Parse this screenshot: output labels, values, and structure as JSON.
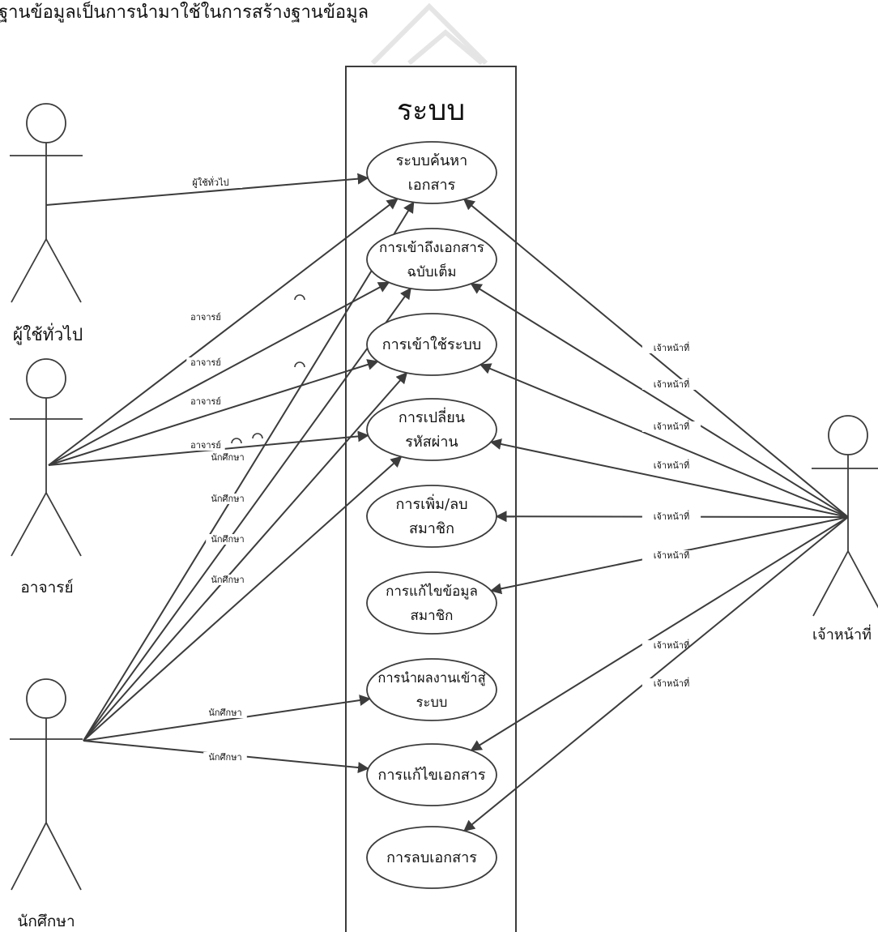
{
  "page_heading": "ฐานข้อมูลเป็นการนำมาใช้ในการสร้างฐานข้อมูล",
  "system": {
    "title": "ระบบ"
  },
  "actors": {
    "general": "ผู้ใช้ทั่วไป",
    "teacher": "อาจารย์",
    "student": "นักศึกษา",
    "staff": "เจ้าหน้าที่"
  },
  "use_cases": [
    {
      "id": "search",
      "lines": [
        "ระบบค้นหา",
        "เอกสาร"
      ]
    },
    {
      "id": "full-access",
      "lines": [
        "การเข้าถึงเอกสาร",
        "ฉบับเต็ม"
      ]
    },
    {
      "id": "login",
      "lines": [
        "การเข้าใช้ระบบ"
      ]
    },
    {
      "id": "change-password",
      "lines": [
        "การเปลี่ยน",
        "รหัสผ่าน"
      ]
    },
    {
      "id": "add-remove-member",
      "lines": [
        "การเพิ่ม/ลบ",
        "สมาชิก"
      ]
    },
    {
      "id": "edit-member",
      "lines": [
        "การแก้ไขข้อมูล",
        "สมาชิก"
      ]
    },
    {
      "id": "submit-work",
      "lines": [
        "การนำผลงานเข้าสู่",
        "ระบบ"
      ]
    },
    {
      "id": "edit-doc",
      "lines": [
        "การแก้ไขเอกสาร"
      ]
    },
    {
      "id": "delete-doc",
      "lines": [
        "การลบเอกสาร"
      ]
    }
  ],
  "associations": [
    {
      "actor": "general",
      "use_case": "search",
      "label": "ผู้ใช้ทั่วไป"
    },
    {
      "actor": "teacher",
      "use_case": "search",
      "label": "อาจารย์"
    },
    {
      "actor": "teacher",
      "use_case": "full-access",
      "label": "อาจารย์"
    },
    {
      "actor": "teacher",
      "use_case": "login",
      "label": "อาจารย์"
    },
    {
      "actor": "teacher",
      "use_case": "change-password",
      "label": "อาจารย์"
    },
    {
      "actor": "student",
      "use_case": "search",
      "label": "นักศึกษา"
    },
    {
      "actor": "student",
      "use_case": "full-access",
      "label": "นักศึกษา"
    },
    {
      "actor": "student",
      "use_case": "login",
      "label": "นักศึกษา"
    },
    {
      "actor": "student",
      "use_case": "change-password",
      "label": "นักศึกษา"
    },
    {
      "actor": "student",
      "use_case": "submit-work",
      "label": "นักศึกษา"
    },
    {
      "actor": "student",
      "use_case": "edit-doc",
      "label": "นักศึกษา"
    },
    {
      "actor": "staff",
      "use_case": "search",
      "label": "เจ้าหน้าที่"
    },
    {
      "actor": "staff",
      "use_case": "full-access",
      "label": "เจ้าหน้าที่"
    },
    {
      "actor": "staff",
      "use_case": "login",
      "label": "เจ้าหน้าที่"
    },
    {
      "actor": "staff",
      "use_case": "change-password",
      "label": "เจ้าหน้าที่"
    },
    {
      "actor": "staff",
      "use_case": "add-remove-member",
      "label": "เจ้าหน้าที่"
    },
    {
      "actor": "staff",
      "use_case": "edit-member",
      "label": "เจ้าหน้าที่"
    },
    {
      "actor": "staff",
      "use_case": "edit-doc",
      "label": "เจ้าหน้าที่"
    },
    {
      "actor": "staff",
      "use_case": "delete-doc",
      "label": "เจ้าหน้าที่"
    }
  ],
  "colors": {
    "line": "#3c3c3c",
    "ink": "#111111",
    "background": "#ffffff"
  }
}
